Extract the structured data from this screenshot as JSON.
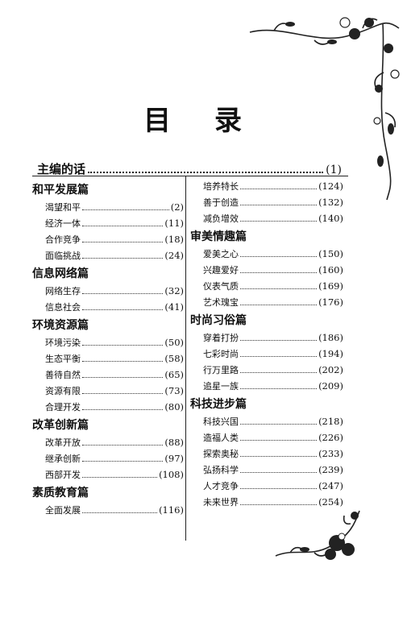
{
  "title": {
    "char1": "目",
    "char2": "录"
  },
  "lead": {
    "label": "主编的话",
    "page": "(1)"
  },
  "left_column": [
    {
      "title": "和平发展篇",
      "items": [
        {
          "label": "渴望和平",
          "page": "(2)"
        },
        {
          "label": "经济一体",
          "page": "(11)"
        },
        {
          "label": "合作竞争",
          "page": "(18)"
        },
        {
          "label": "面临挑战",
          "page": "(24)"
        }
      ]
    },
    {
      "title": "信息网络篇",
      "items": [
        {
          "label": "网络生存",
          "page": "(32)"
        },
        {
          "label": "信息社会",
          "page": "(41)"
        }
      ]
    },
    {
      "title": "环境资源篇",
      "items": [
        {
          "label": "环境污染",
          "page": "(50)"
        },
        {
          "label": "生态平衡",
          "page": "(58)"
        },
        {
          "label": "善待自然",
          "page": "(65)"
        },
        {
          "label": "资源有限",
          "page": "(73)"
        },
        {
          "label": "合理开发",
          "page": "(80)"
        }
      ]
    },
    {
      "title": "改革创新篇",
      "items": [
        {
          "label": "改革开放",
          "page": "(88)"
        },
        {
          "label": "继承创新",
          "page": "(97)"
        },
        {
          "label": "西部开发",
          "page": "(108)"
        }
      ]
    },
    {
      "title": "素质教育篇",
      "items": [
        {
          "label": "全面发展",
          "page": "(116)"
        }
      ]
    }
  ],
  "right_column": [
    {
      "title": "",
      "items": [
        {
          "label": "培养特长",
          "page": "(124)"
        },
        {
          "label": "善于创造",
          "page": "(132)"
        },
        {
          "label": "减负增效",
          "page": "(140)"
        }
      ]
    },
    {
      "title": "审美情趣篇",
      "items": [
        {
          "label": "爱美之心",
          "page": "(150)"
        },
        {
          "label": "兴趣爱好",
          "page": "(160)"
        },
        {
          "label": "仪表气质",
          "page": "(169)"
        },
        {
          "label": "艺术瑰宝",
          "page": "(176)"
        }
      ]
    },
    {
      "title": "时尚习俗篇",
      "items": [
        {
          "label": "穿着打扮",
          "page": "(186)"
        },
        {
          "label": "七彩时尚",
          "page": "(194)"
        },
        {
          "label": "行万里路",
          "page": "(202)"
        },
        {
          "label": "追星一族",
          "page": "(209)"
        }
      ]
    },
    {
      "title": "科技进步篇",
      "items": [
        {
          "label": "科技兴国",
          "page": "(218)"
        },
        {
          "label": "造福人类",
          "page": "(226)"
        },
        {
          "label": "探索奥秘",
          "page": "(233)"
        },
        {
          "label": "弘扬科学",
          "page": "(239)"
        },
        {
          "label": "人才竞争",
          "page": "(247)"
        },
        {
          "label": "未来世界",
          "page": "(254)"
        }
      ]
    }
  ],
  "decor": {
    "top_icon": "floral-vine-icon",
    "bottom_icon": "floral-vine-icon",
    "ink": "#111111"
  }
}
